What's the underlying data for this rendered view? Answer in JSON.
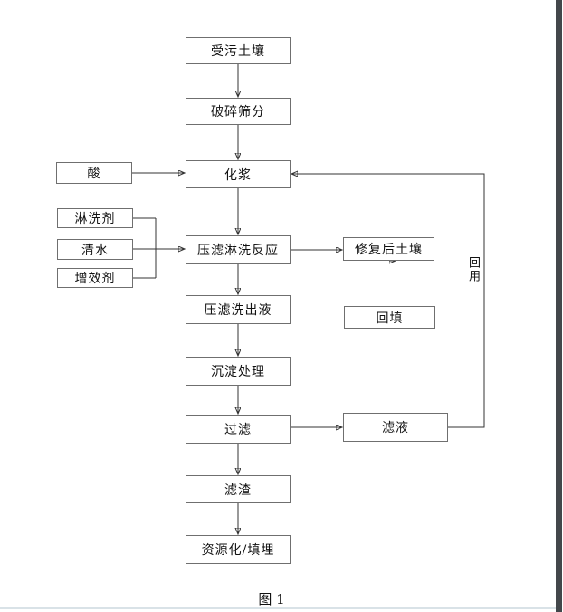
{
  "diagram_type": "flowchart",
  "figure_caption": "图 1",
  "nodes": {
    "contaminated_soil": "受污土壤",
    "crush_screen": "破碎筛分",
    "slurrying": "化浆",
    "acid": "酸",
    "washing_agent": "淋洗剂",
    "clean_water": "清水",
    "synergist": "增效剂",
    "press_filter_wash_reaction": "压滤淋洗反应",
    "remediated_soil": "修复后土壤",
    "backfill": "回填",
    "press_filter_eluate": "压滤洗出液",
    "precipitation_treatment": "沉淀处理",
    "filtration": "过滤",
    "filtrate": "滤液",
    "filter_residue": "滤渣",
    "resource_or_landfill": "资源化/填埋"
  },
  "edge_labels": {
    "reuse": "回用"
  },
  "edges": [
    {
      "from": "受污土壤",
      "to": "破碎筛分"
    },
    {
      "from": "破碎筛分",
      "to": "化浆"
    },
    {
      "from": "酸",
      "to": "化浆"
    },
    {
      "from": "化浆",
      "to": "压滤淋洗反应"
    },
    {
      "from": "淋洗剂",
      "to": "压滤淋洗反应"
    },
    {
      "from": "清水",
      "to": "压滤淋洗反应"
    },
    {
      "from": "增效剂",
      "to": "压滤淋洗反应"
    },
    {
      "from": "压滤淋洗反应",
      "to": "修复后土壤"
    },
    {
      "from": "修复后土壤",
      "to": "回填"
    },
    {
      "from": "压滤淋洗反应",
      "to": "压滤洗出液"
    },
    {
      "from": "压滤洗出液",
      "to": "沉淀处理"
    },
    {
      "from": "沉淀处理",
      "to": "过滤"
    },
    {
      "from": "过滤",
      "to": "滤液"
    },
    {
      "from": "滤液",
      "to": "化浆",
      "label": "回用"
    },
    {
      "from": "过滤",
      "to": "滤渣"
    },
    {
      "from": "滤渣",
      "to": "资源化/填埋"
    }
  ],
  "colors": {
    "box_border": "#6f6f6f",
    "connector": "#333333",
    "right_edge_bar": "#43474b",
    "bottom_rule": "#d9e2e7"
  }
}
